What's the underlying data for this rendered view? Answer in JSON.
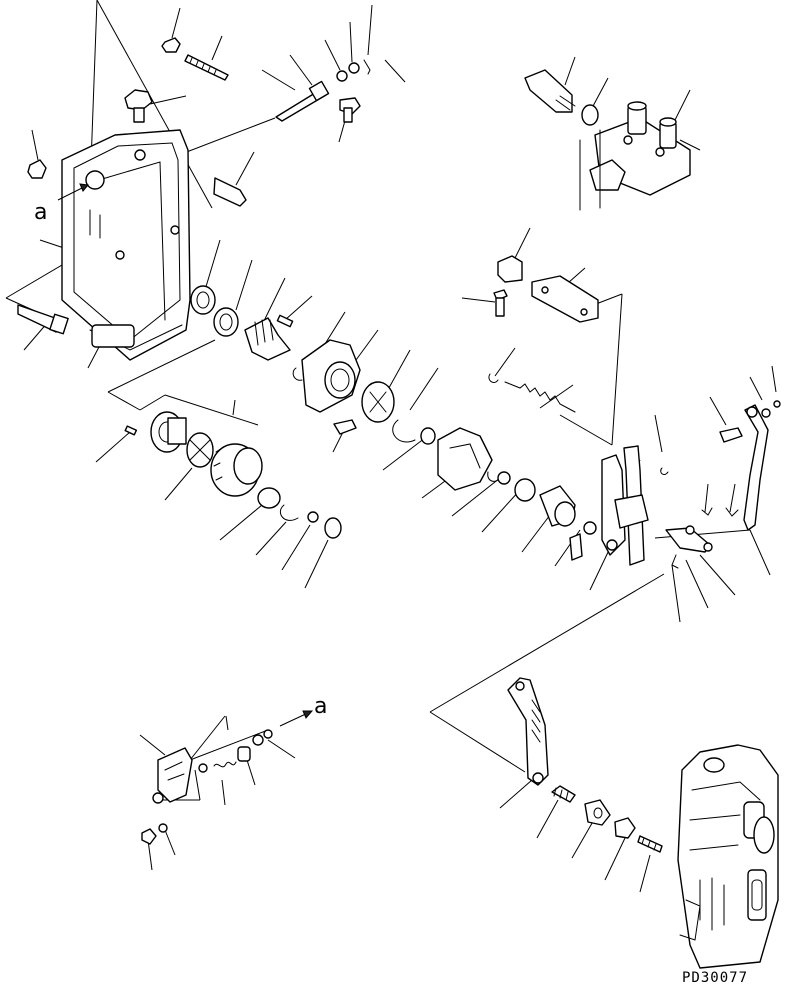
{
  "diagram": {
    "reference_labels": [
      "a",
      "a"
    ],
    "drawing_code": "PD30077"
  }
}
